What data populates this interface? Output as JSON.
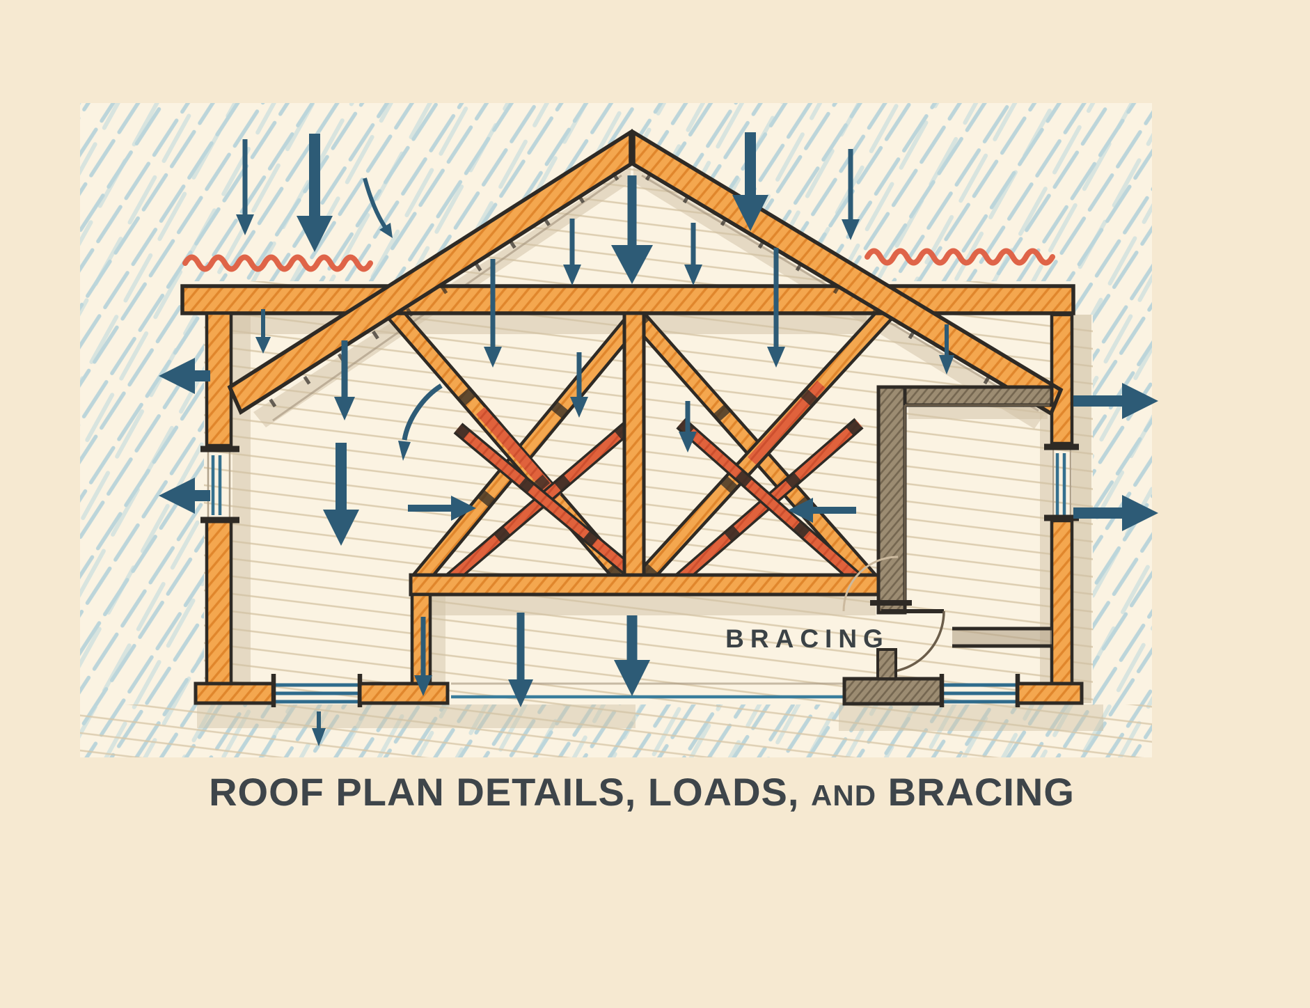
{
  "diagram": {
    "bracing_label": "BRACING",
    "title_part1": "ROOF PLAN DETAILS, LOADS, ",
    "title_part2": "AND",
    "title_part3": " BRACING",
    "symbols": [
      "down-arrow-icon",
      "left-arrow-icon",
      "right-arrow-icon",
      "curved-arrow-icon",
      "heat-squiggle-icon"
    ],
    "colors": {
      "paper": "#f6e9d1",
      "paper_inner": "#fbf3e2",
      "framing_orange": "#f4a74f",
      "brace_crimson": "#e0623c",
      "arrow_blue": "#2d5b76",
      "squiggle_red": "#df6448",
      "hatch_blue": "#b5d2d9",
      "hatch_tan": "#d8c7a8",
      "wall_gray": "#9c8c72",
      "ink": "#2e2a25",
      "text_color": "#3e454a"
    }
  }
}
